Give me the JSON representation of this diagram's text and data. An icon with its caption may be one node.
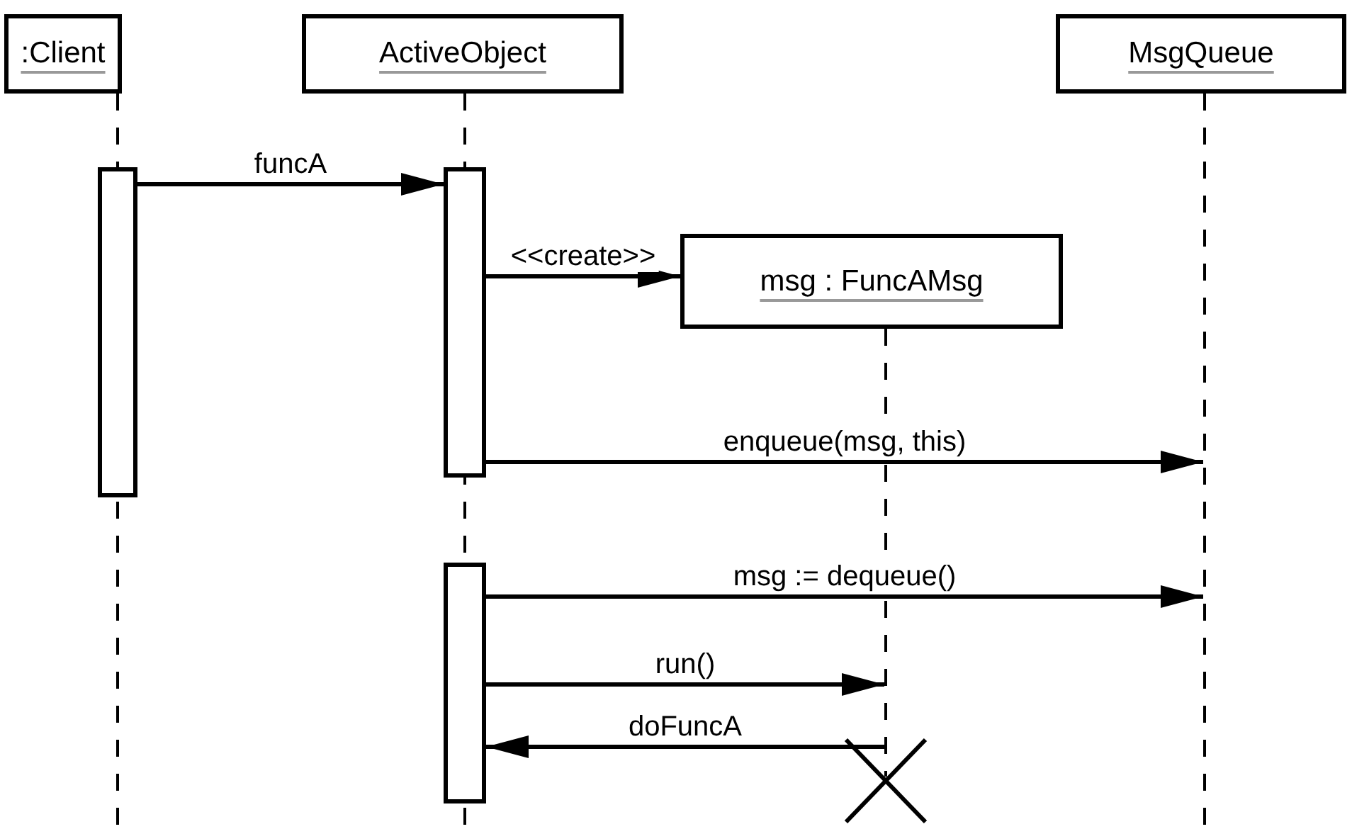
{
  "diagram": {
    "nodes": [
      {
        "text": [
          ":Client"
        ]
      },
      {
        "text": [
          "ActiveObject"
        ]
      },
      {
        "text": [
          "MsgQueue"
        ]
      },
      {
        "text": [
          "msg : FuncAMsg"
        ]
      },
      {
        "text": [],
        "shape": "bar"
      },
      {
        "text": [],
        "shape": "bar"
      },
      {
        "text": [],
        "shape": "bar"
      },
      {
        "text": [],
        "shape": "line"
      },
      {
        "text": [],
        "shape": "line"
      }
    ],
    "edges": [
      {
        "from": 4,
        "to": 5,
        "arrow": "to",
        "label": "funcA"
      },
      {
        "from": 5,
        "to": 3,
        "arrow": "to",
        "label": "<<create>>"
      },
      {
        "from": 5,
        "to": 8,
        "arrow": "to",
        "label": "enqueue(msg, this)"
      },
      {
        "from": 6,
        "to": 8,
        "arrow": "to",
        "label": "msg := dequeue()"
      },
      {
        "from": 6,
        "to": 7,
        "arrow": "to",
        "label": "run()"
      },
      {
        "from": 7,
        "to": 6,
        "arrow": "to",
        "label": "doFuncA"
      }
    ]
  }
}
